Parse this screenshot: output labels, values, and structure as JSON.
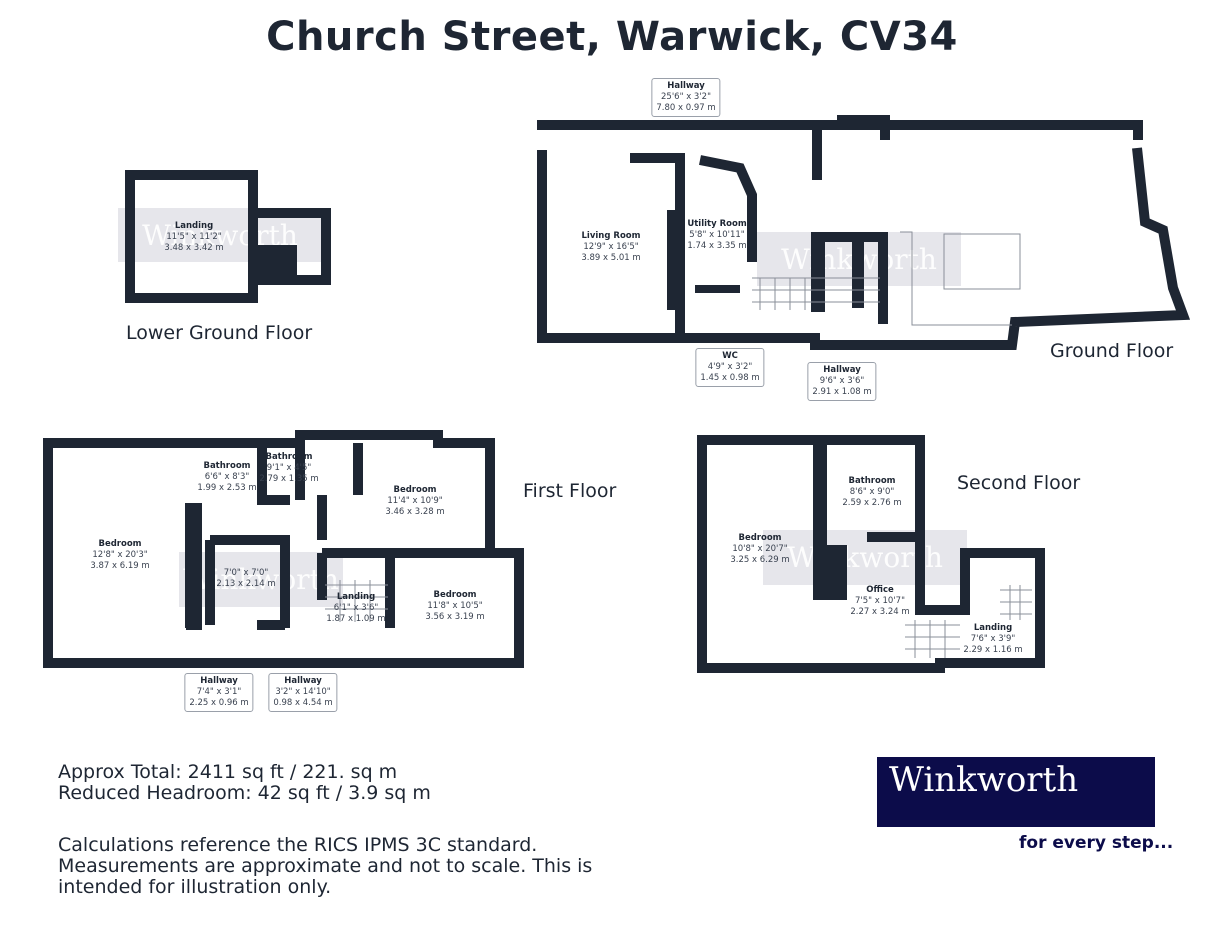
{
  "title": "Church Street, Warwick, CV34",
  "watermark": "Winkworth",
  "floors": {
    "lower_ground": {
      "label": "Lower Ground Floor",
      "rooms": [
        {
          "name": "Landing",
          "imperial": "11'5\" x 11'2\"",
          "metric": "3.48 x 3.42 m"
        }
      ]
    },
    "ground": {
      "label": "Ground Floor",
      "rooms": [
        {
          "name": "Living Room",
          "imperial": "12'9\" x 16'5\"",
          "metric": "3.89 x 5.01 m"
        },
        {
          "name": "Utility Room",
          "imperial": "5'8\" x 10'11\"",
          "metric": "1.74 x 3.35 m"
        }
      ],
      "callouts": [
        {
          "name": "Hallway",
          "imperial": "25'6\" x 3'2\"",
          "metric": "7.80 x 0.97 m"
        },
        {
          "name": "WC",
          "imperial": "4'9\" x 3'2\"",
          "metric": "1.45 x 0.98 m"
        },
        {
          "name": "Hallway",
          "imperial": "9'6\" x 3'6\"",
          "metric": "2.91 x 1.08 m"
        }
      ]
    },
    "first": {
      "label": "First Floor",
      "rooms": [
        {
          "name": "Bedroom",
          "imperial": "12'8\" x 20'3\"",
          "metric": "3.87 x 6.19 m"
        },
        {
          "name": "Bathroom",
          "imperial": "6'6\" x 8'3\"",
          "metric": "1.99 x 2.53 m"
        },
        {
          "name": "Bathroom",
          "imperial": "9'1\" x 4'5\"",
          "metric": "2.79 x 1.35 m"
        },
        {
          "name": "Bedroom",
          "imperial": "11'4\" x 10'9\"",
          "metric": "3.46 x 3.28 m"
        },
        {
          "name": "",
          "imperial": "7'0\" x 7'0\"",
          "metric": "2.13 x 2.14 m"
        },
        {
          "name": "Landing",
          "imperial": "6'1\" x 3'6\"",
          "metric": "1.87 x 1.09 m"
        },
        {
          "name": "Bedroom",
          "imperial": "11'8\" x 10'5\"",
          "metric": "3.56 x 3.19 m"
        }
      ],
      "callouts": [
        {
          "name": "Hallway",
          "imperial": "7'4\" x 3'1\"",
          "metric": "2.25 x 0.96 m"
        },
        {
          "name": "Hallway",
          "imperial": "3'2\" x 14'10\"",
          "metric": "0.98 x 4.54 m"
        }
      ]
    },
    "second": {
      "label": "Second Floor",
      "rooms": [
        {
          "name": "Bedroom",
          "imperial": "10'8\" x 20'7\"",
          "metric": "3.25 x 6.29 m"
        },
        {
          "name": "Bathroom",
          "imperial": "8'6\" x 9'0\"",
          "metric": "2.59 x 2.76 m"
        },
        {
          "name": "Office",
          "imperial": "7'5\" x 10'7\"",
          "metric": "2.27 x 3.24 m"
        },
        {
          "name": "Landing",
          "imperial": "7'6\" x 3'9\"",
          "metric": "2.29 x 1.16 m"
        }
      ]
    }
  },
  "info": {
    "total": "Approx Total: 2411 sq ft / 221. sq m",
    "headroom": "Reduced Headroom: 42 sq ft / 3.9 sq m",
    "note1": "Calculations reference the RICS IPMS 3C standard.",
    "note2": "Measurements are approximate and not to scale. This is",
    "note3": "intended for illustration only."
  },
  "logo": {
    "text": "Winkworth",
    "tagline": "for every step...",
    "color": "#0c0c4a"
  },
  "colors": {
    "wall": "#1e2633",
    "watermark_bg": "#d8d8e0"
  }
}
